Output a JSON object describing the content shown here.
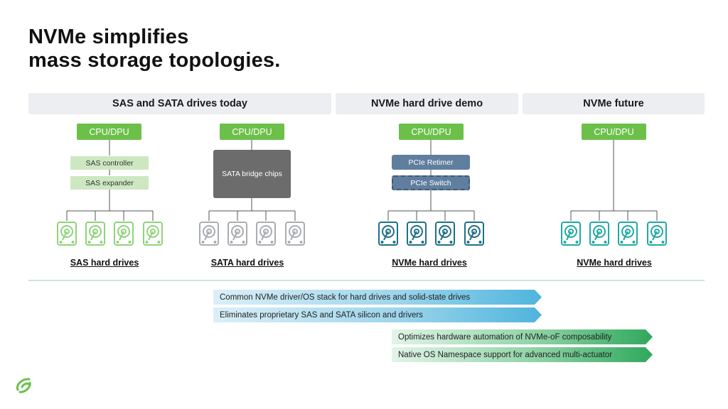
{
  "title": {
    "line1": "NVMe simplifies",
    "line2": "mass storage topologies."
  },
  "sections": {
    "sas_sata": {
      "header": "SAS and SATA drives today",
      "sas": {
        "cpu": "CPU/DPU",
        "controller": "SAS controller",
        "expander": "SAS expander",
        "label": "SAS hard drives"
      },
      "sata": {
        "cpu": "CPU/DPU",
        "bridge": "SATA bridge chips",
        "label": "SATA hard drives"
      }
    },
    "nvme_demo": {
      "header": "NVMe hard drive demo",
      "cpu": "CPU/DPU",
      "retimer": "PCIe Retimer",
      "switch": "PCIe Switch",
      "label": "NVMe hard drives"
    },
    "nvme_future": {
      "header": "NVMe future",
      "cpu": "CPU/DPU",
      "label": "NVMe hard drives"
    }
  },
  "benefits": {
    "blue": [
      "Common NVMe driver/OS stack for hard drives and solid-state drives",
      "Eliminates proprietary SAS and SATA silicon and drivers"
    ],
    "green": [
      "Optimizes hardware automation of NVMe-oF composability",
      "Native OS Namespace support for advanced multi-actuator"
    ]
  },
  "colors": {
    "cpu_green": "#6cc04a",
    "sas_drive": "#8fd47a",
    "sata_drive": "#a9adb3",
    "demo_drive": "#1e6f86",
    "future_drive": "#1faaa2",
    "pcie_blue": "#607e9e",
    "divider": "#8fd0c0"
  },
  "icons": {
    "drive": "hard-drive-icon",
    "logo": "seagate-logo-icon"
  }
}
